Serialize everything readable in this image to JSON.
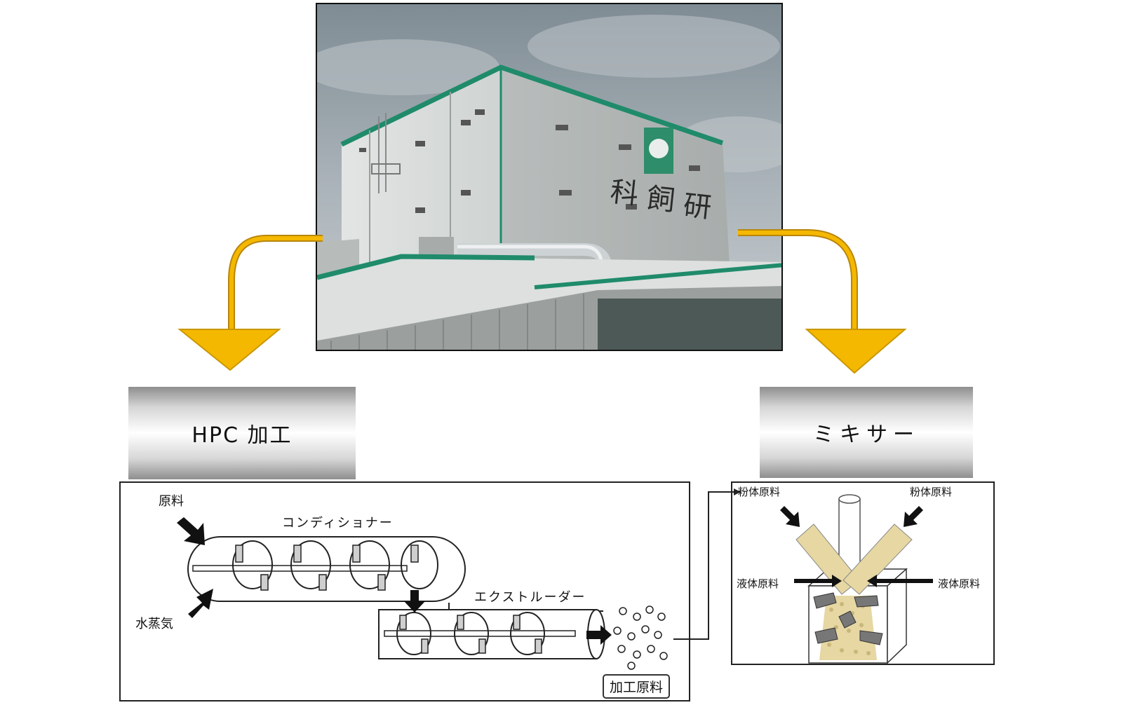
{
  "photo": {
    "building_sign": [
      "科",
      "飼",
      "研"
    ]
  },
  "left_panel": {
    "title": "HPC 加工",
    "labels": {
      "raw_material": "原料",
      "conditioner": "コンディショナー",
      "steam": "水蒸気",
      "extruder": "エクストルーダー",
      "processed_material": "加工原料"
    }
  },
  "right_panel": {
    "title": "ミキサー",
    "labels": {
      "powder_left": "粉体原料",
      "powder_right": "粉体原料",
      "liquid_left": "液体原料",
      "liquid_right": "液体原料"
    }
  },
  "colors": {
    "arrow_fill": "#f5b800",
    "arrow_stroke": "#b8860b",
    "building_wall": "#c3c8c7",
    "building_trim": "#1f8b6a",
    "sky": "#8f9aa1",
    "grain": "#e6d7a3"
  }
}
